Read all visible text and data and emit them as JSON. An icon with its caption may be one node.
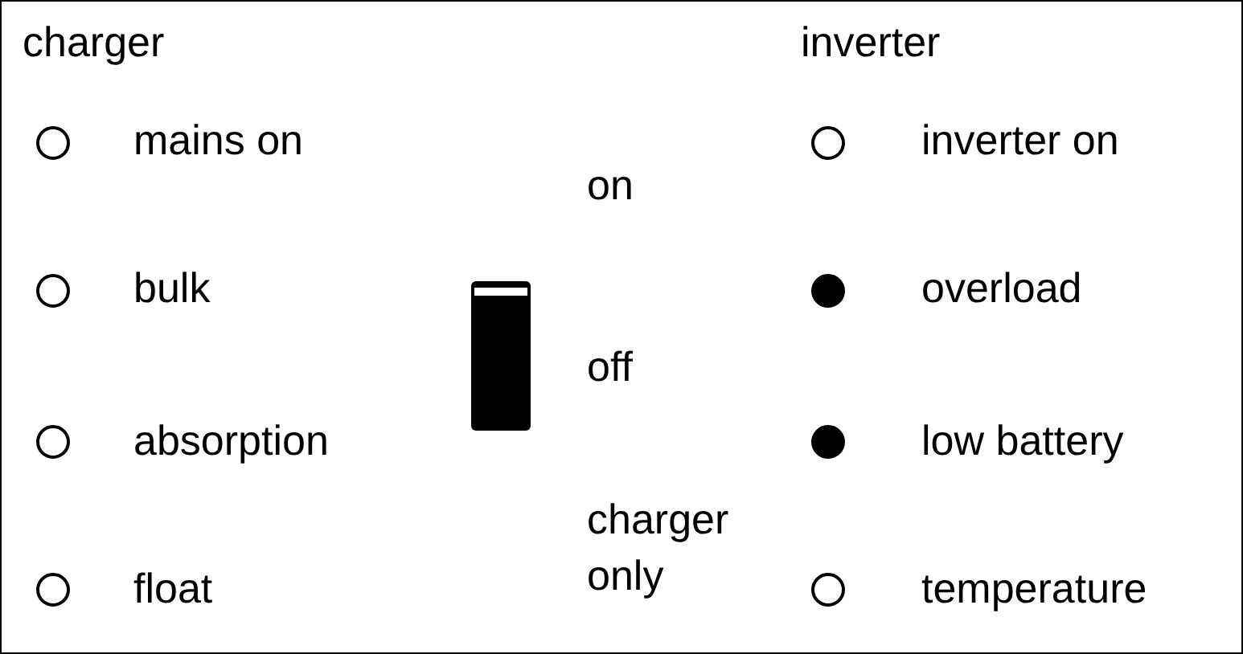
{
  "diagram": {
    "nodes": [
      {
        "text": [],
        "shape": "circle"
      },
      {
        "text": [],
        "shape": "circle"
      },
      {
        "text": [],
        "shape": "circle"
      },
      {
        "text": [],
        "shape": "circle"
      },
      {
        "text": [],
        "shape": "circle"
      },
      {
        "text": [],
        "shape": "dot"
      },
      {
        "text": [],
        "shape": "dot"
      },
      {
        "text": [],
        "shape": "circle"
      }
    ],
    "labels": [
      "charger",
      "mains on",
      "bulk",
      "absorption",
      "float",
      "on",
      "off",
      "charger only",
      "inverter",
      "inverter on",
      "overload",
      "low battery",
      "temperature"
    ]
  }
}
